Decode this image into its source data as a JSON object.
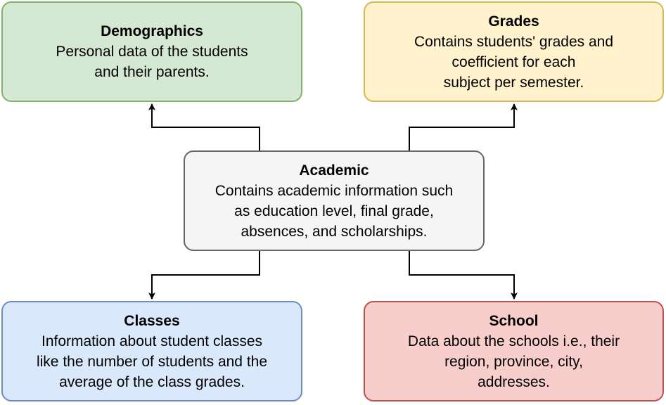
{
  "colors": {
    "demographics": {
      "fill": "#d5e8d4",
      "stroke": "#82b366"
    },
    "grades": {
      "fill": "#fff2cc",
      "stroke": "#d6b656"
    },
    "academic": {
      "fill": "#f5f5f5",
      "stroke": "#666666"
    },
    "classes": {
      "fill": "#dae8fc",
      "stroke": "#6c8ebf"
    },
    "school": {
      "fill": "#f8cecc",
      "stroke": "#b85450"
    },
    "connector": "#000000"
  },
  "nodes": {
    "demographics": {
      "title": "Demographics",
      "body": "Personal data of the students\nand their parents."
    },
    "grades": {
      "title": "Grades",
      "body": "Contains students' grades and\ncoefficient for each\nsubject per semester."
    },
    "academic": {
      "title": "Academic",
      "body": "Contains academic information such\nas education level, final grade,\nabsences, and scholarships."
    },
    "classes": {
      "title": "Classes",
      "body": "Information about student classes\nlike the number of students and the\naverage of the class grades."
    },
    "school": {
      "title": "School",
      "body": "Data about the schools i.e., their\nregion, province, city,\naddresses."
    }
  },
  "edges": [
    {
      "from": "academic",
      "to": "demographics"
    },
    {
      "from": "academic",
      "to": "grades"
    },
    {
      "from": "academic",
      "to": "classes"
    },
    {
      "from": "academic",
      "to": "school"
    }
  ]
}
